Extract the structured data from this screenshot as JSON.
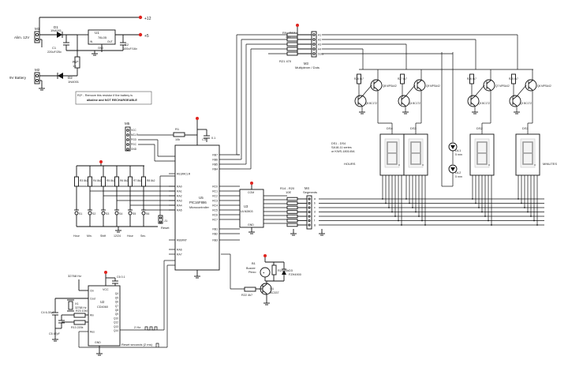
{
  "power": {
    "rail_12v": "+12",
    "rail_5v": "+5",
    "mains_connector": {
      "ref": "M1",
      "label": "Alim. 12V"
    },
    "battery_connector": {
      "ref": "M2",
      "label": "9V Battery"
    },
    "d1": {
      "ref": "D1",
      "part": "1N4001"
    },
    "d2": {
      "ref": "D2",
      "part": "1N4001"
    },
    "regulator": {
      "ref": "U1",
      "part": "78L05",
      "pins": [
        "IN",
        "OUT",
        "GND"
      ]
    },
    "c1": {
      "ref": "C1",
      "value": "220uF/25v"
    },
    "c2": {
      "ref": "C2",
      "value": "100uF/16v"
    },
    "r2": {
      "ref": "R2*",
      "value": "1K"
    },
    "note_line1": "R2* - Remove this resistor if the battery is",
    "note_line2": "alkaline and NOT RECHARGEABLE"
  },
  "icsp": {
    "ref": "M5",
    "pins": [
      "VCC",
      "MCLR",
      "PGD",
      "PGC",
      "GND"
    ]
  },
  "buttons": {
    "items": [
      {
        "ref": "S1",
        "label": "Hour"
      },
      {
        "ref": "S2",
        "label": "Min."
      },
      {
        "ref": "S3",
        "label": "Shift"
      },
      {
        "ref": "S4",
        "label": "12/24"
      },
      {
        "ref": "S5",
        "label": "Hour"
      },
      {
        "ref": "S6",
        "label": "Sec."
      }
    ],
    "resistors": [
      "R3 8k2",
      "R4 8k2",
      "R5 8k2",
      "R6 8k2",
      "R7 8k2",
      "R8 8k2"
    ],
    "reset": {
      "ref": "J1",
      "label": "Reset"
    },
    "r1": {
      "ref": "R1",
      "value": "10k"
    },
    "c3": {
      "ref": "C3",
      "value": "0.1"
    }
  },
  "mcu": {
    "ref": "U5",
    "part": "PIC16F886",
    "role": "Microcontroller",
    "left_pins": [
      "RE3/MCLR",
      "RA0",
      "RA1",
      "RA2",
      "RA3",
      "RA4",
      "RA5",
      "RB0/INT",
      "RA6",
      "RA7"
    ],
    "right_pins": [
      "RB7",
      "RB6",
      "RB5",
      "RB4",
      "RC0",
      "RC1",
      "RC2",
      "RC3",
      "RC4",
      "RC5",
      "RC6",
      "RC7",
      "RB1",
      "RB2",
      "RB3"
    ]
  },
  "driver": {
    "ref": "U3",
    "part": "ULN2803",
    "top": "COM",
    "bottom": "GND"
  },
  "resnet_top": {
    "refs": [
      "R9 - R12",
      "4k7"
    ],
    "r21": "R21 470"
  },
  "multiplexer_header": {
    "ref": "M3",
    "label": "Multiplexer / Dots",
    "pins": [
      "A1",
      "A2",
      "A3",
      "A4",
      "Dots"
    ]
  },
  "segment_header": {
    "ref": "M4",
    "label": "Segments",
    "pins": [
      "a",
      "b",
      "c",
      "d",
      "e",
      "f",
      "g"
    ]
  },
  "resnet_seg": {
    "refs": [
      "R14 - R20",
      "10E"
    ]
  },
  "transistors": {
    "top": [
      "Q8 MPSA42",
      "Q9 MPSA42",
      "Q7 MPSA42",
      "Q6 MPSA42"
    ],
    "bottom": [
      "Q5 BC172",
      "Q4 BC172",
      "Q3 BC172",
      "Q2 BC172"
    ],
    "resistors": [
      "R28 4k7",
      "R27 4k7",
      "R26 4k7",
      "R25 4k7"
    ]
  },
  "displays": {
    "refs": [
      "DS4",
      "DS3",
      "DS2",
      "DS1"
    ],
    "note_line1": "DS1 - DS4",
    "note_line2": "SA18-11 series",
    "note_line3": "or KWS-180140A",
    "hours_label": "HOURS",
    "minutes_label": "MINUTES"
  },
  "dots": {
    "dl1": "DL1",
    "dl2": "DL2",
    "dl1_size": "5 mm",
    "dl2_size": "5 mm"
  },
  "buzzer": {
    "ref": "B1",
    "label_line1": "Buzzer",
    "label_line2": "Piezo",
    "r24": "R24 10k",
    "d3": {
      "ref": "D3",
      "part": "FZH4900"
    },
    "r22": "R22 4k7",
    "q1": {
      "ref": "Q1",
      "part": "BC337"
    }
  },
  "oscillator": {
    "ref": "U2",
    "part": "CD4060",
    "crystal": {
      "ref": "X1",
      "value": "32768 Hz"
    },
    "crystal_freq": "32768 Hz",
    "vcc": "VCC",
    "gnd": "GND",
    "left_pins": [
      "Cin",
      "Cout",
      "Rin",
      "Res"
    ],
    "right_pins": [
      "Q4",
      "Q5",
      "Q6",
      "Q7",
      "Q8",
      "Q9",
      "Q10",
      "Q12",
      "Q13",
      "Q14"
    ],
    "c4": "C4 6-30pF",
    "c5": "C5 47pF",
    "c6": "C6 0.1",
    "r23": "R23 10M",
    "r13": "R13 220k",
    "out_2hz": "2 Hz",
    "reset_seconds": "Reset seconds (2 ms)"
  }
}
